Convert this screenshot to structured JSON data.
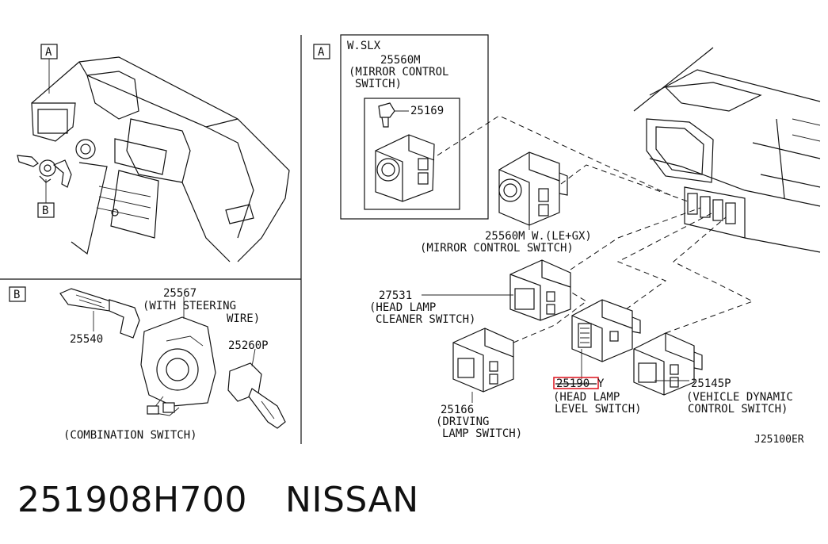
{
  "diagram": {
    "callouts": {
      "a_left": "A",
      "b_left": "B",
      "b_panel": "B",
      "a_right": "A"
    },
    "panel_b": {
      "p25567": "25567",
      "p25567_note_1": "(WITH STEERING",
      "p25567_note_2": "WIRE)",
      "p25540": "25540",
      "p25260p": "25260P",
      "caption": "(COMBINATION SWITCH)"
    },
    "panel_a": {
      "wslx": "W.SLX",
      "p25560m": "25560M",
      "p25560m_desc_1": "(MIRROR CONTROL",
      "p25560m_desc_2": "SWITCH)",
      "p25169": "25169",
      "p25560m_w": "25560M W.(LE+GX)",
      "p25560m_w_desc": "(MIRROR CONTROL SWITCH)",
      "p27531": "27531",
      "p27531_desc_1": "(HEAD LAMP",
      "p27531_desc_2": "CLEANER SWITCH)",
      "p25166": "25166",
      "p25166_desc_1": "(DRIVING",
      "p25166_desc_2": "LAMP SWITCH)",
      "p25190y_num": "25190",
      "p25190y_suffix": "Y",
      "p25190y_desc_1": "(HEAD LAMP",
      "p25190y_desc_2": "LEVEL SWITCH)",
      "p25145p": "25145P",
      "p25145p_desc_1": "(VEHICLE DYNAMIC",
      "p25145p_desc_2": "CONTROL SWITCH)",
      "ref": "J25100ER"
    },
    "highlight_color": "#e0202a"
  },
  "caption": {
    "part_number": "251908H700",
    "brand": "NISSAN"
  }
}
